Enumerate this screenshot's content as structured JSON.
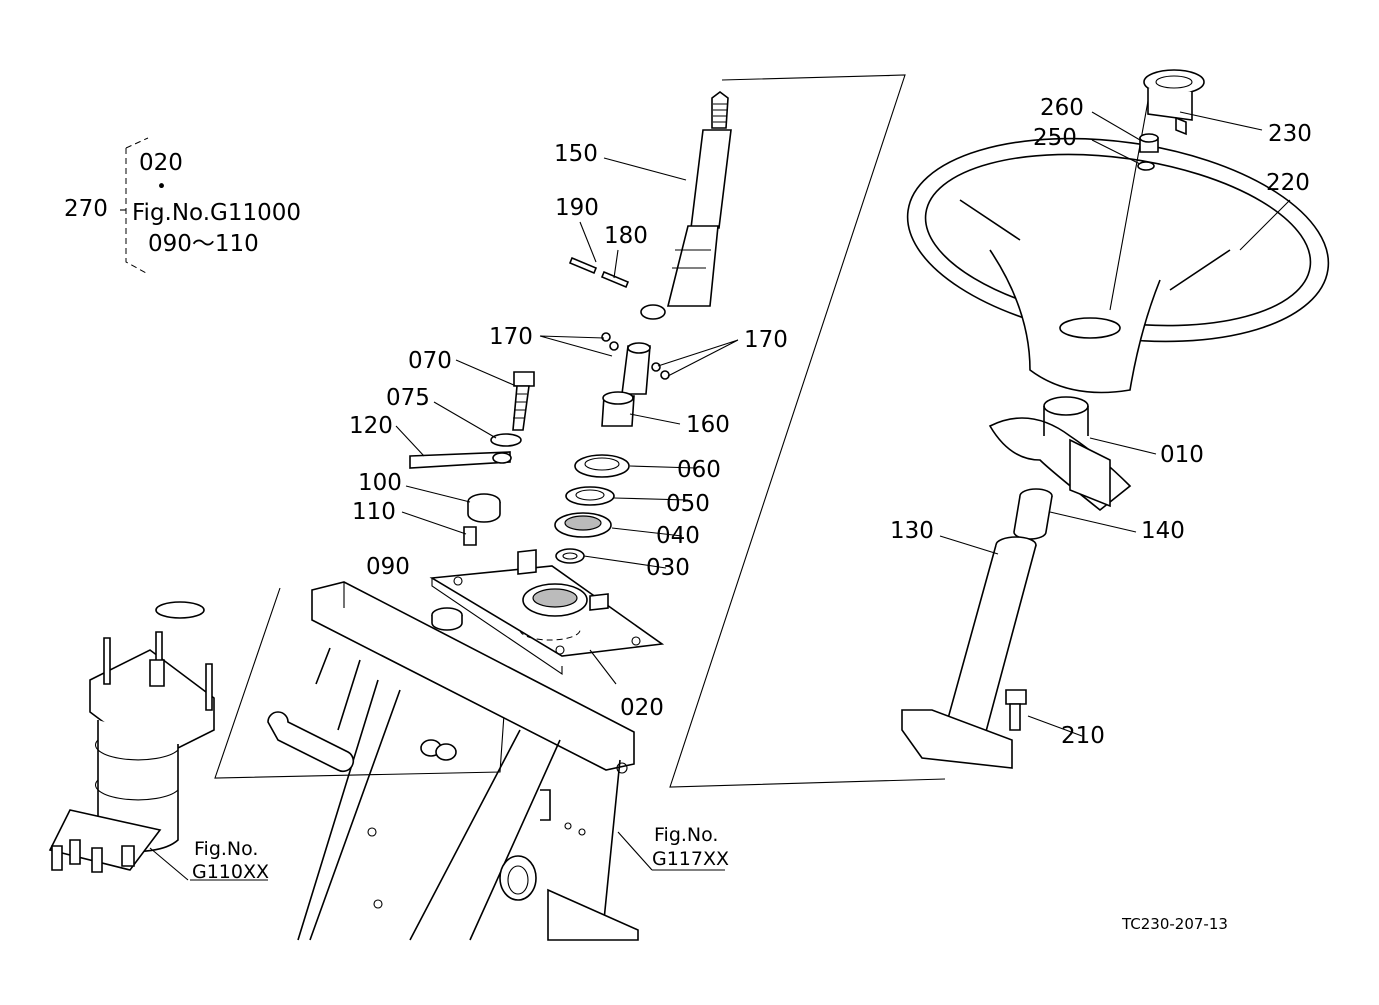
{
  "callouts": {
    "p150": "150",
    "p190": "190",
    "p180": "180",
    "p170_left": "170",
    "p170_right": "170",
    "p070": "070",
    "p075": "075",
    "p120": "120",
    "p100": "100",
    "p110": "110",
    "p090": "090",
    "p160": "160",
    "p060": "060",
    "p050": "050",
    "p040": "040",
    "p030": "030",
    "p020": "020",
    "p260": "260",
    "p250": "250",
    "p230": "230",
    "p220": "220",
    "p010": "010",
    "p130": "130",
    "p140": "140",
    "p210": "210"
  },
  "kit": {
    "number": "270",
    "line1": "020",
    "line2": "・",
    "line3": "Fig.No.G11000",
    "line4": "090～110"
  },
  "refs": {
    "left_line1": "Fig.No.",
    "left_line2": "G110XX",
    "right_line1": "Fig.No.",
    "right_line2": "G117XX"
  },
  "drawing_code": "TC230-207-13"
}
